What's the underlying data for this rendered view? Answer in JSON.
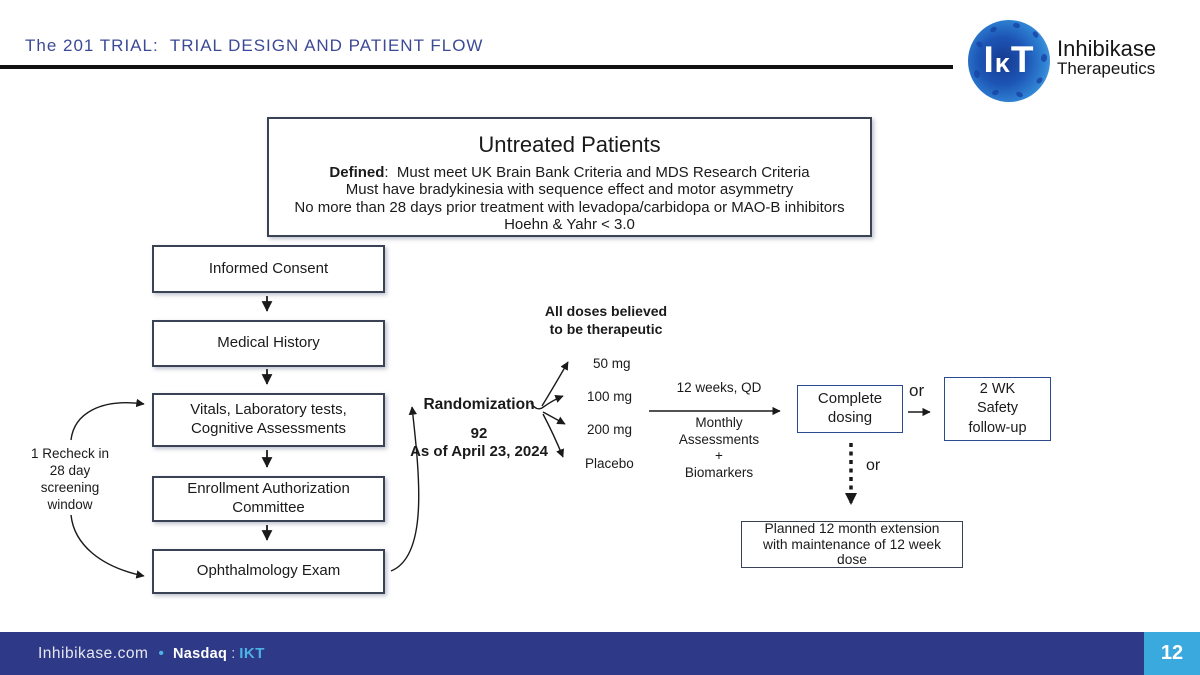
{
  "slide": {
    "title": "The 201 TRIAL:  TRIAL DESIGN AND PATIENT FLOW",
    "page_number": "12"
  },
  "logo": {
    "monogram": {
      "i": "I",
      "k": "κ",
      "t": "T"
    },
    "company_line1": "Inhibikase",
    "company_line2": "Therapeutics"
  },
  "untreated_box": {
    "title": "Untreated Patients",
    "defined_label": "Defined",
    "defined_text": ":  Must meet UK Brain Bank Criteria and MDS Research Criteria",
    "criteria_line2": "Must have bradykinesia with sequence effect and motor asymmetry",
    "criteria_line3": "No more than 28 days prior treatment with levadopa/carbidopa or MAO-B inhibitors",
    "criteria_line4": "Hoehn & Yahr < 3.0"
  },
  "screening_flow": {
    "steps": [
      {
        "label": "Informed Consent"
      },
      {
        "label": "Medical History"
      },
      {
        "label": "Vitals, Laboratory tests,\nCognitive Assessments"
      },
      {
        "label": "Enrollment Authorization\nCommittee"
      },
      {
        "label": "Ophthalmology Exam"
      }
    ],
    "recheck_note": "1 Recheck in\n28 day\nscreening\nwindow"
  },
  "randomization": {
    "label": "Randomization",
    "enrolled_count": "92",
    "as_of_date": "As of April 23, 2024"
  },
  "dosing": {
    "note": "All doses believed\nto be therapeutic",
    "arms": [
      {
        "label": "50 mg"
      },
      {
        "label": "100 mg"
      },
      {
        "label": "200 mg"
      },
      {
        "label": "Placebo"
      }
    ]
  },
  "treatment_period": {
    "duration": "12 weeks, QD",
    "monitoring": "Monthly\nAssessments\n+\nBiomarkers"
  },
  "completion": {
    "complete_dosing": "Complete\ndosing",
    "or_right": "or",
    "safety_followup": "2 WK\nSafety\nfollow-up",
    "or_down": "or",
    "extension": "Planned 12 month extension\nwith maintenance of 12 week\ndose"
  },
  "footer": {
    "website": "Inhibikase.com",
    "bullet": "•",
    "exchange": "Nasdaq",
    "colon": ":",
    "ticker": "IKT"
  },
  "colors": {
    "accent_navy": "#2e3a88",
    "accent_light_blue": "#3aa9dd",
    "title_blue": "#3c4a96",
    "box_border_slate": "#3a4356",
    "box_border_blue": "#2c4a8e"
  }
}
